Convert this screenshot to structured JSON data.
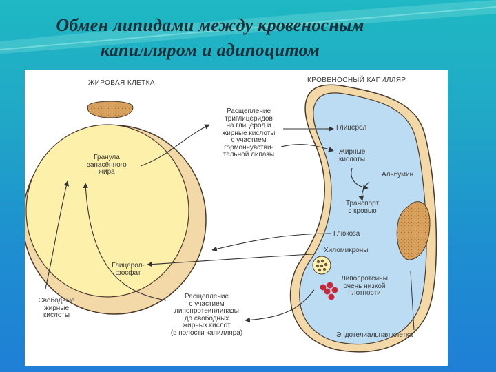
{
  "title": {
    "line1": "Обмен липидами между кровеносным",
    "line2": "капилляром и адипоцитом"
  },
  "diagram": {
    "fat_cell_label": "ЖИРОВАЯ КЛЕТКА",
    "capillary_label": "КРОВЕНОСНЫЙ КАПИЛЛЯР",
    "granule": [
      "Гранула",
      "запасённого",
      "жира"
    ],
    "breakdown_tg": [
      "Расщепление",
      "триглицеридов",
      "на глицерол и",
      "жирные кислоты",
      "с участием",
      "гормончувстви-",
      "тельной липазы"
    ],
    "glycerol": "Глицерол",
    "fatty_acids": [
      "Жирные",
      "кислоты"
    ],
    "albumin": "Альбумин",
    "transport": [
      "Транспорт",
      "с кровью"
    ],
    "glucose": "Глюкоза",
    "chylomicrons": "Хиломикроны",
    "glycerol_phosphate": [
      "Глицерол-",
      "фосфат"
    ],
    "vldl": [
      "Липопротеины",
      "очень низкой",
      "плотности"
    ],
    "free_fa": [
      "Свободные",
      "жирные",
      "кислоты"
    ],
    "lpl_breakdown": [
      "Расщепление",
      "с участием",
      "липопротеинлипазы",
      "до свободных",
      "жирных кислот",
      "(в полости капилляра)"
    ],
    "endothelial": "Эндотелиальная клетка"
  },
  "colors": {
    "cytoplasm": "#f4d9a8",
    "fat_droplet": "#fdf0ab",
    "nucleus": "#d9a35f",
    "lumen": "#bcdcf3",
    "outline": "#4a3a2c",
    "vldl_red": "#c8283a"
  }
}
